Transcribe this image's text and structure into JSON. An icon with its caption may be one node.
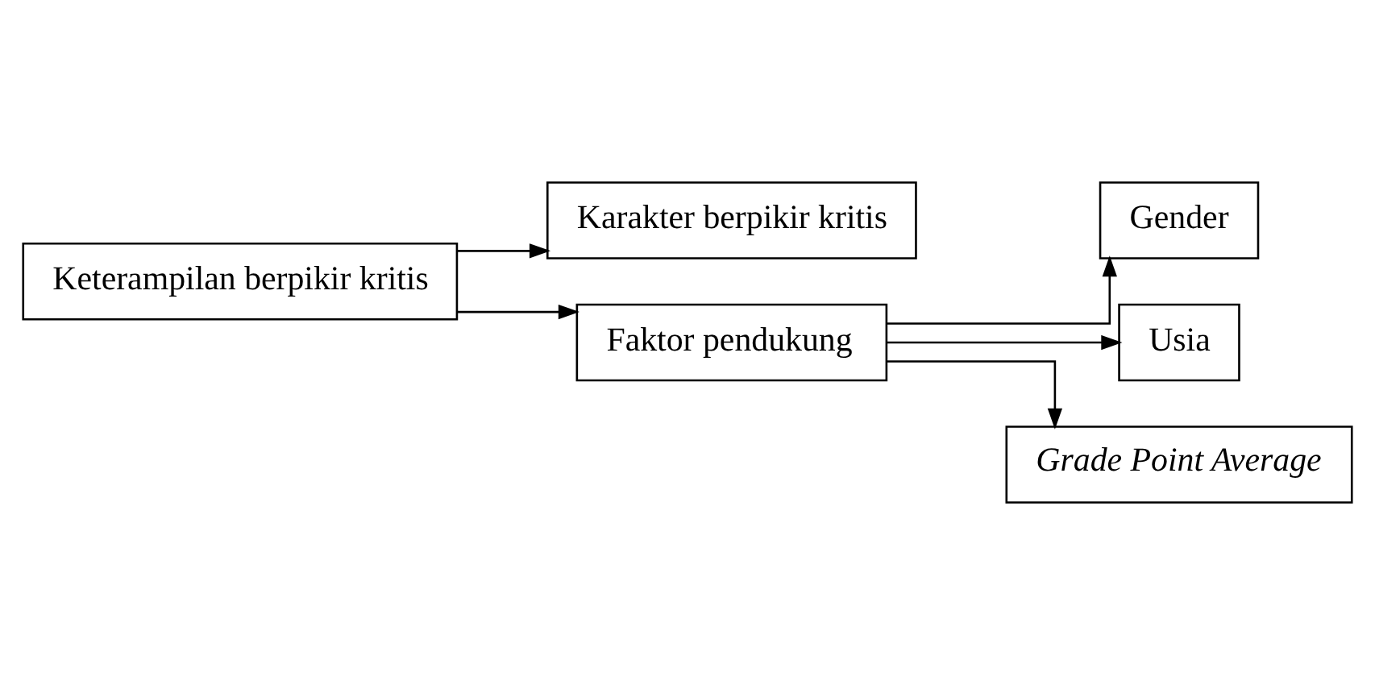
{
  "diagram": {
    "nodes": [
      {
        "text": [
          "Keterampilan berpikir kritis"
        ]
      },
      {
        "text": [
          "Karakter berpikir kritis"
        ]
      },
      {
        "text": [
          "Faktor pendukung"
        ]
      },
      {
        "text": [
          "Gender"
        ]
      },
      {
        "text": [
          "Usia"
        ]
      },
      {
        "text": [
          "Grade Point Average"
        ]
      }
    ],
    "edges": [
      {
        "from": 0,
        "to": 1,
        "arrow": "to"
      },
      {
        "from": 0,
        "to": 2,
        "arrow": "to"
      },
      {
        "from": 2,
        "to": 3,
        "arrow": "to"
      },
      {
        "from": 2,
        "to": 4,
        "arrow": "to"
      },
      {
        "from": 2,
        "to": 5,
        "arrow": "to"
      }
    ]
  }
}
